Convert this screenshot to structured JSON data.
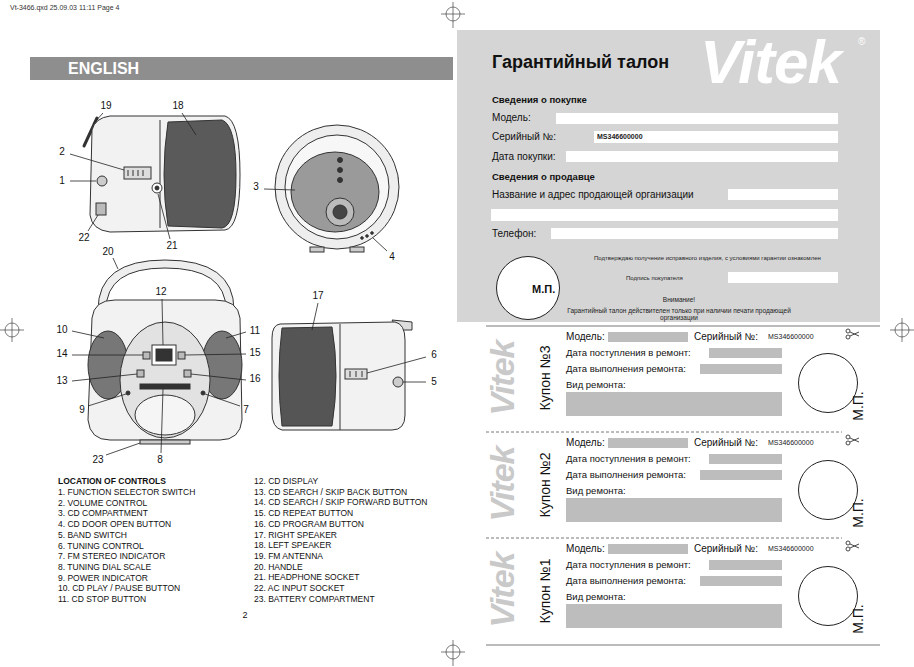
{
  "diagram": {
    "nodes": [
      {
        "text": [
          "ENGLISH"
        ]
      },
      {
        "text": [
          "Гарантийный талон"
        ]
      },
      {
        "text": [
          "MS346600000"
        ],
        "in": 1
      },
      {
        "text": [
          "М.П."
        ],
        "in": 1
      },
      {
        "text": [
          "Купон №3"
        ]
      },
      {
        "text": [
          "М.П."
        ],
        "in": 4
      },
      {
        "text": [
          "Купон №2"
        ]
      },
      {
        "text": [
          "М.П."
        ],
        "in": 6
      },
      {
        "text": [
          "Купон №1"
        ]
      },
      {
        "text": [
          "М.П."
        ],
        "in": 8
      }
    ],
    "labels": [
      "Vt-3466.qxd  25.09.03  11:11  Page 4",
      "19",
      "18",
      "2",
      "1",
      "22",
      "21",
      "20",
      "3",
      "4",
      "12",
      "17",
      "10",
      "11",
      "14",
      "15",
      "13",
      "16",
      "9",
      "7",
      "23",
      "8",
      "6",
      "5",
      "LOCATION OF CONTROLS",
      "1. FUNCTION SELECTOR SWITCH",
      "2. VOLUME CONTROL",
      "3. CD COMPARTMENT",
      "4. CD DOOR OPEN BUTTON",
      "5. BAND SWITCH",
      "6. TUNING CONTROL",
      "7. FM STEREO INDICATOR",
      "8. TUNING DIAL SCALE",
      "9. POWER INDICATOR",
      "10. CD PLAY / PAUSE BUTTON",
      "11. CD STOP BUTTON",
      "12. CD DISPLAY",
      "13. CD SEARCH / SKIP BACK BUTTON",
      "14. CD SEARCH / SKIP FORWARD BUTTON",
      "15. CD REPEAT BUTTON",
      "16. CD PROGRAM BUTTON",
      "17. RIGHT SPEAKER",
      "18. LEFT SPEAKER",
      "19. FM ANTENNA",
      "20. HANDLE",
      "21. HEADPHONE SOCKET",
      "22. AC INPUT SOCKET",
      "23. BATTERY COMPARTMENT",
      "2",
      "Vitek",
      "®",
      "Сведения о покупке",
      "Модель:",
      "Серийный №:",
      "Дата покупки:",
      "Сведения о продавце",
      "Название и адрес продающей организации",
      "Телефон:",
      "Подтверждаю получение исправного изделия, с условиями гарантии ознакомлен",
      "Подпись покупателя",
      "Внимание!",
      "Гарантийный талон действителен только при наличии печати продающей организации",
      "Vitek",
      "Модель:",
      "Серийный №:",
      "MS346600000",
      "Дата поступления в ремонт:",
      "Дата выполнения ремонта:",
      "Вид ремонта:",
      "Vitek",
      "Модель:",
      "Серийный №:",
      "MS346600000",
      "Дата поступления в ремонт:",
      "Дата выполнения ремонта:",
      "Вид ремонта:",
      "Vitek",
      "Модель:",
      "Серийный №:",
      "MS346600000",
      "Дата поступления в ремонт:",
      "Дата выполнения ремонта:",
      "Вид ремонта:"
    ]
  }
}
